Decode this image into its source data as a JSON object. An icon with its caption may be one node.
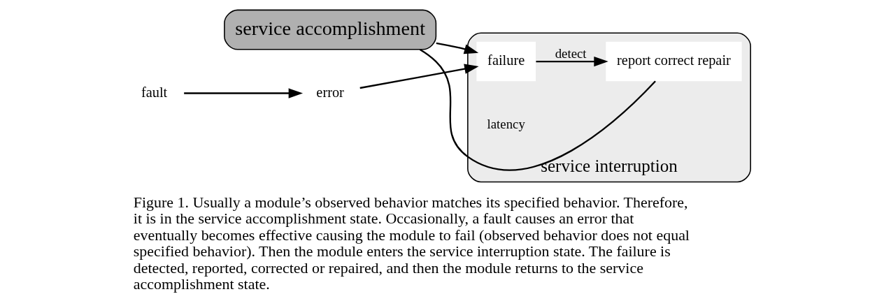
{
  "diagram": {
    "caption": "Figure 1. Usually a module’s observed behavior matches its specified behavior. Therefore, it is in the service accomplishment state. Occasionally, a fault causes an error that eventually becomes effective causing the module to fail (observed behavior does not equal specified behavior). Then the module enters the service interruption state. The failure is detected, reported, corrected or repaired, and then the module returns to the service accomplishment state.",
    "nodes": [
      {
        "text": [
          "service accomplishment"
        ]
      },
      {
        "text": [
          "service interruption"
        ]
      },
      {
        "text": [
          "failure"
        ],
        "in": 1
      },
      {
        "text": [
          "report correct repair"
        ],
        "in": 1
      },
      {
        "text": [
          "error"
        ]
      },
      {
        "text": [
          "fault"
        ]
      }
    ],
    "edges": [
      {
        "from": 0,
        "to": 2,
        "arrow": "to"
      },
      {
        "from": 2,
        "to": 3,
        "arrow": "to",
        "label": "detect"
      },
      {
        "from": 4,
        "to": 2,
        "arrow": "to"
      },
      {
        "from": 5,
        "to": 4,
        "arrow": "to"
      },
      {
        "from": 3,
        "to": 0,
        "arrow": "none"
      }
    ],
    "labels": [
      "latency"
    ]
  }
}
